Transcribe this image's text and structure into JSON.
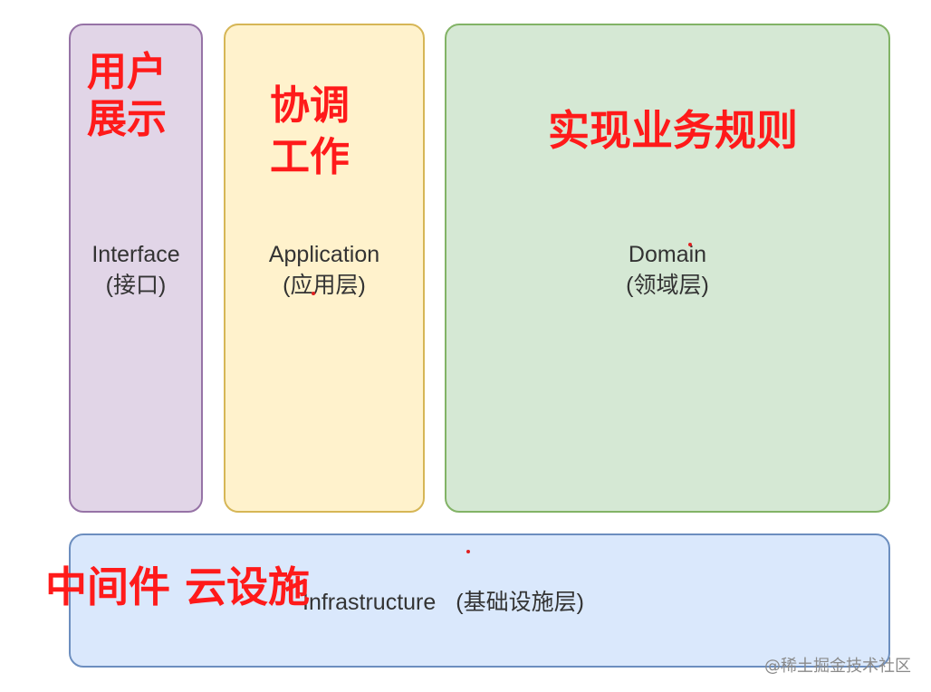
{
  "layers": {
    "interface": {
      "name": "Interface",
      "cn": "(接口)",
      "note": [
        "用户",
        "展示"
      ]
    },
    "application": {
      "name": "Application",
      "cn": "(应用层)",
      "note": [
        "协调",
        "工作"
      ]
    },
    "domain": {
      "name": "Domain",
      "cn": "(领域层)",
      "note": [
        "实现业务规则"
      ]
    },
    "infrastructure": {
      "name": "Infrastructure",
      "cn": "(基础设施层)",
      "note": [
        "中间件 云设施"
      ]
    }
  },
  "watermark": "@稀土掘金技术社区",
  "colors": {
    "interface_fill": "#e1d5e7",
    "application_fill": "#fff2cc",
    "domain_fill": "#d5e8d4",
    "infrastructure_fill": "#dae8fc",
    "annotation_red": "#ff1a1a"
  }
}
